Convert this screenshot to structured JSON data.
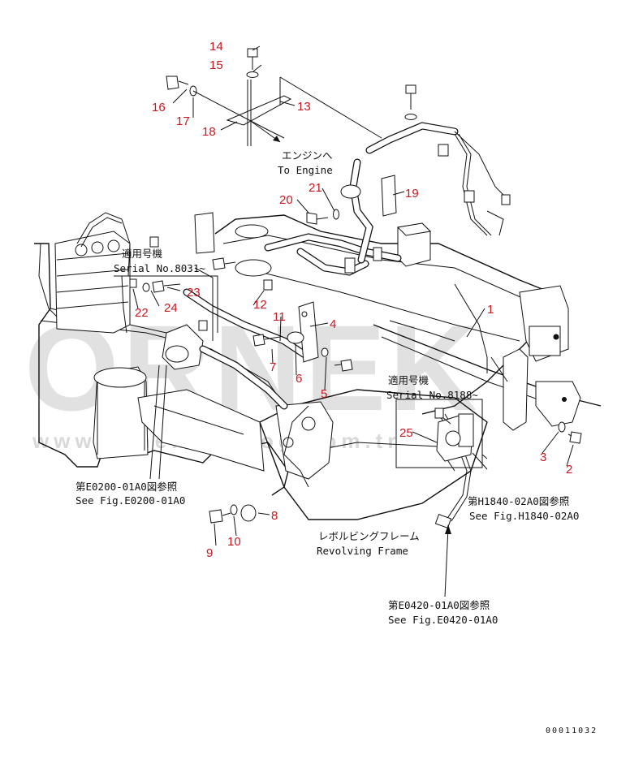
{
  "watermark": {
    "brand": "ORNEK",
    "url": "www.ornekkatalog.com.tr"
  },
  "callouts": [
    {
      "num": "1"
    },
    {
      "num": "2"
    },
    {
      "num": "3"
    },
    {
      "num": "4"
    },
    {
      "num": "5"
    },
    {
      "num": "6"
    },
    {
      "num": "7"
    },
    {
      "num": "8"
    },
    {
      "num": "9"
    },
    {
      "num": "10"
    },
    {
      "num": "11"
    },
    {
      "num": "12"
    },
    {
      "num": "13"
    },
    {
      "num": "14"
    },
    {
      "num": "15"
    },
    {
      "num": "16"
    },
    {
      "num": "17"
    },
    {
      "num": "18"
    },
    {
      "num": "19"
    },
    {
      "num": "20"
    },
    {
      "num": "21"
    },
    {
      "num": "22"
    },
    {
      "num": "23"
    },
    {
      "num": "24"
    },
    {
      "num": "25"
    }
  ],
  "notes": {
    "to_engine_jp": "エンジンへ",
    "to_engine_en": "To Engine",
    "serial_top_jp": "適用号機",
    "serial_top_en": "Serial No.8031~",
    "serial_mid_jp": "適用号機",
    "serial_mid_en": "Serial No.8188~",
    "ref_e0200_jp": "第E0200-01A0図参照",
    "ref_e0200_en": "See Fig.E0200-01A0",
    "ref_h1840_jp": "第H1840-02A0図参照",
    "ref_h1840_en": "See Fig.H1840-02A0",
    "frame_jp": "レボルビングフレーム",
    "frame_en": "Revolving Frame",
    "ref_e0420_jp": "第E0420-01A0図参照",
    "ref_e0420_en": "See Fig.E0420-01A0"
  },
  "drawing_code": "00011032"
}
